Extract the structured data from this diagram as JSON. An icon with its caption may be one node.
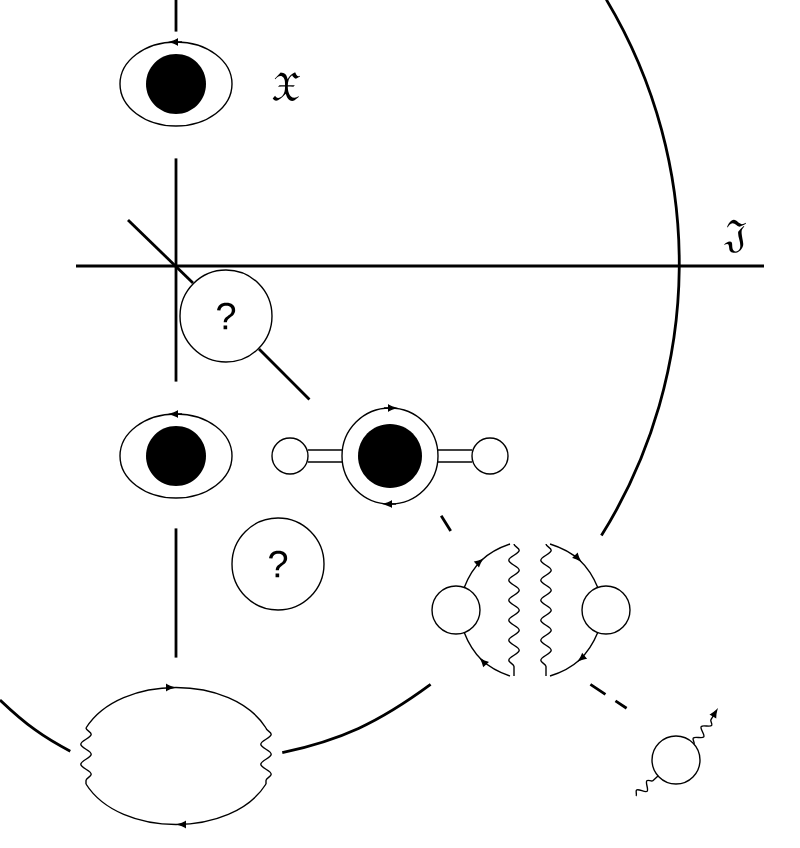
{
  "diagram": {
    "nodes": [
      {
        "text": [],
        "shape": "picture"
      },
      {
        "text": [
          "?"
        ]
      },
      {
        "text": [],
        "shape": "picture"
      },
      {
        "text": [
          "?"
        ]
      },
      {
        "text": [],
        "shape": "picture"
      },
      {
        "text": [],
        "shape": "picture"
      },
      {
        "text": [],
        "shape": "picture"
      },
      {
        "text": [],
        "shape": "picture"
      }
    ],
    "edges": [
      {
        "from": null,
        "to": 0,
        "arrow": "none"
      },
      {
        "from": 0,
        "to": 2,
        "arrow": "none"
      },
      {
        "from": null,
        "to": 1,
        "arrow": "none"
      },
      {
        "from": 1,
        "to": 4,
        "arrow": "none"
      },
      {
        "from": 2,
        "to": 6,
        "arrow": "none"
      },
      {
        "from": 4,
        "to": 5,
        "arrow": "none",
        "style": "dashed"
      },
      {
        "from": 5,
        "to": 7,
        "arrow": "none",
        "style": "dashed"
      },
      {
        "from": null,
        "to": 6,
        "arrow": "none"
      },
      {
        "from": 6,
        "to": 5,
        "arrow": "none"
      },
      {
        "from": 5,
        "to": null,
        "arrow": "none"
      }
    ],
    "labels": [
      "\\mathfrak{X}",
      "\\mathfrak{J}"
    ]
  }
}
